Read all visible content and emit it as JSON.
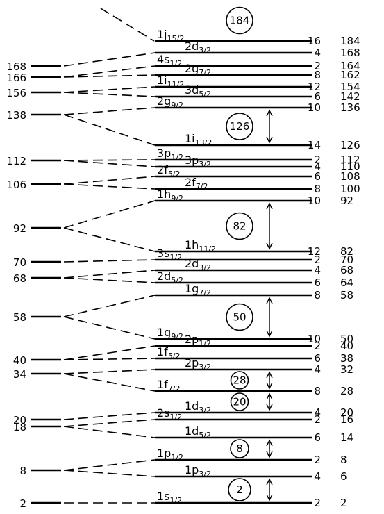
{
  "left_levels": [
    "2",
    "8",
    "18",
    "20",
    "34",
    "40",
    "58",
    "68",
    "70",
    "92",
    "106",
    "112",
    "138",
    "156",
    "166",
    "168"
  ],
  "right_levels": [
    {
      "orbital": "1s",
      "sub": "1/2",
      "deg": "2",
      "cum": "2"
    },
    {
      "orbital": "1p",
      "sub": "3/2",
      "deg": "4",
      "cum": "6"
    },
    {
      "orbital": "1p",
      "sub": "1/2",
      "deg": "2",
      "cum": "8"
    },
    {
      "orbital": "1d",
      "sub": "5/2",
      "deg": "6",
      "cum": "14"
    },
    {
      "orbital": "2s",
      "sub": "1/2",
      "deg": "2",
      "cum": "16"
    },
    {
      "orbital": "1d",
      "sub": "3/2",
      "deg": "4",
      "cum": "20"
    },
    {
      "orbital": "1f",
      "sub": "7/2",
      "deg": "8",
      "cum": "28"
    },
    {
      "orbital": "2p",
      "sub": "3/2",
      "deg": "4",
      "cum": "32"
    },
    {
      "orbital": "1f",
      "sub": "5/2",
      "deg": "6",
      "cum": "38"
    },
    {
      "orbital": "2p",
      "sub": "1/2",
      "deg": "2",
      "cum": "40"
    },
    {
      "orbital": "1g",
      "sub": "9/2",
      "deg": "10",
      "cum": "50"
    },
    {
      "orbital": "1g",
      "sub": "7/2",
      "deg": "8",
      "cum": "58"
    },
    {
      "orbital": "2d",
      "sub": "5/2",
      "deg": "6",
      "cum": "64"
    },
    {
      "orbital": "2d",
      "sub": "3/2",
      "deg": "4",
      "cum": "68"
    },
    {
      "orbital": "3s",
      "sub": "1/2",
      "deg": "2",
      "cum": "70"
    },
    {
      "orbital": "1h",
      "sub": "11/2",
      "deg": "12",
      "cum": "82"
    },
    {
      "orbital": "1h",
      "sub": "9/2",
      "deg": "10",
      "cum": "92"
    },
    {
      "orbital": "2f",
      "sub": "7/2",
      "deg": "8",
      "cum": "100"
    },
    {
      "orbital": "2f",
      "sub": "5/2",
      "deg": "6",
      "cum": "108"
    },
    {
      "orbital": "3p",
      "sub": "3/2",
      "deg": "4",
      "cum": "110"
    },
    {
      "orbital": "3p",
      "sub": "1/2",
      "deg": "2",
      "cum": "112"
    },
    {
      "orbital": "1i",
      "sub": "13/2",
      "deg": "14",
      "cum": "126"
    },
    {
      "orbital": "2g",
      "sub": "9/2",
      "deg": "10",
      "cum": "136"
    },
    {
      "orbital": "3d",
      "sub": "5/2",
      "deg": "6",
      "cum": "142"
    },
    {
      "orbital": "1i",
      "sub": "11/2",
      "deg": "12",
      "cum": "154"
    },
    {
      "orbital": "2g",
      "sub": "7/2",
      "deg": "8",
      "cum": "162"
    },
    {
      "orbital": "4s",
      "sub": "1/2",
      "deg": "2",
      "cum": "164"
    },
    {
      "orbital": "2d",
      "sub": "3/2",
      "deg": "4",
      "cum": "168"
    },
    {
      "orbital": "1j",
      "sub": "15/2",
      "deg": "16",
      "cum": "184"
    }
  ],
  "magic_numbers": [
    "2",
    "8",
    "20",
    "28",
    "50",
    "82",
    "126",
    "184"
  ]
}
